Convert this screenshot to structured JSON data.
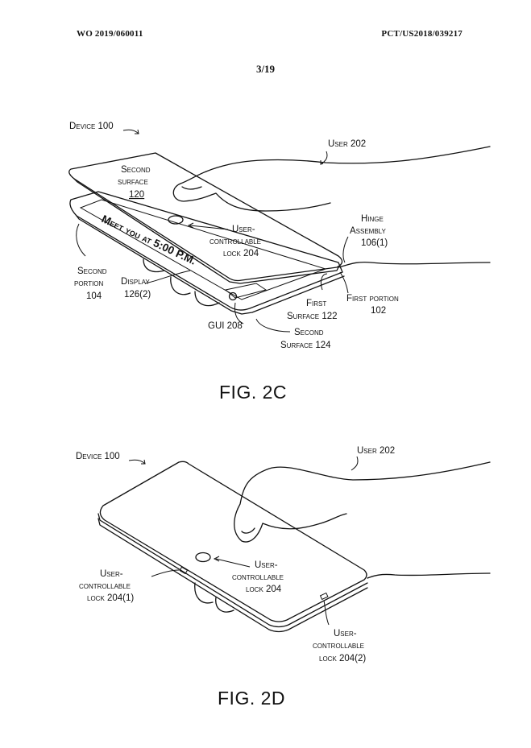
{
  "header": {
    "pub_number": "WO 2019/060011",
    "app_number": "PCT/US2018/039217",
    "sheet": "3/19"
  },
  "fig_2c": {
    "caption": "FIG. 2C",
    "device": "Device 100",
    "user": "User 202",
    "second_surface_120": [
      "Second",
      "surface",
      "120"
    ],
    "lock": [
      "User-",
      "controllable",
      "lock 204"
    ],
    "hinge": [
      "Hinge",
      "Assembly",
      "106(1)"
    ],
    "second_portion": [
      "Second",
      "portion",
      "104"
    ],
    "display": [
      "Display",
      "126(2)"
    ],
    "screen_text": "Meet you at 5:00 P.M.",
    "first_portion": [
      "First portion",
      "102"
    ],
    "first_surface": [
      "First",
      "Surface 122"
    ],
    "gui": "GUI 208",
    "second_surface_124": [
      "Second",
      "Surface 124"
    ]
  },
  "fig_2d": {
    "caption": "FIG. 2D",
    "device": "Device 100",
    "user": "User 202",
    "lock_center": [
      "User-",
      "controllable",
      "lock 204"
    ],
    "lock_left": [
      "User-",
      "controllable",
      "lock 204(1)"
    ],
    "lock_right": [
      "User-",
      "controllable",
      "lock 204(2)"
    ]
  }
}
